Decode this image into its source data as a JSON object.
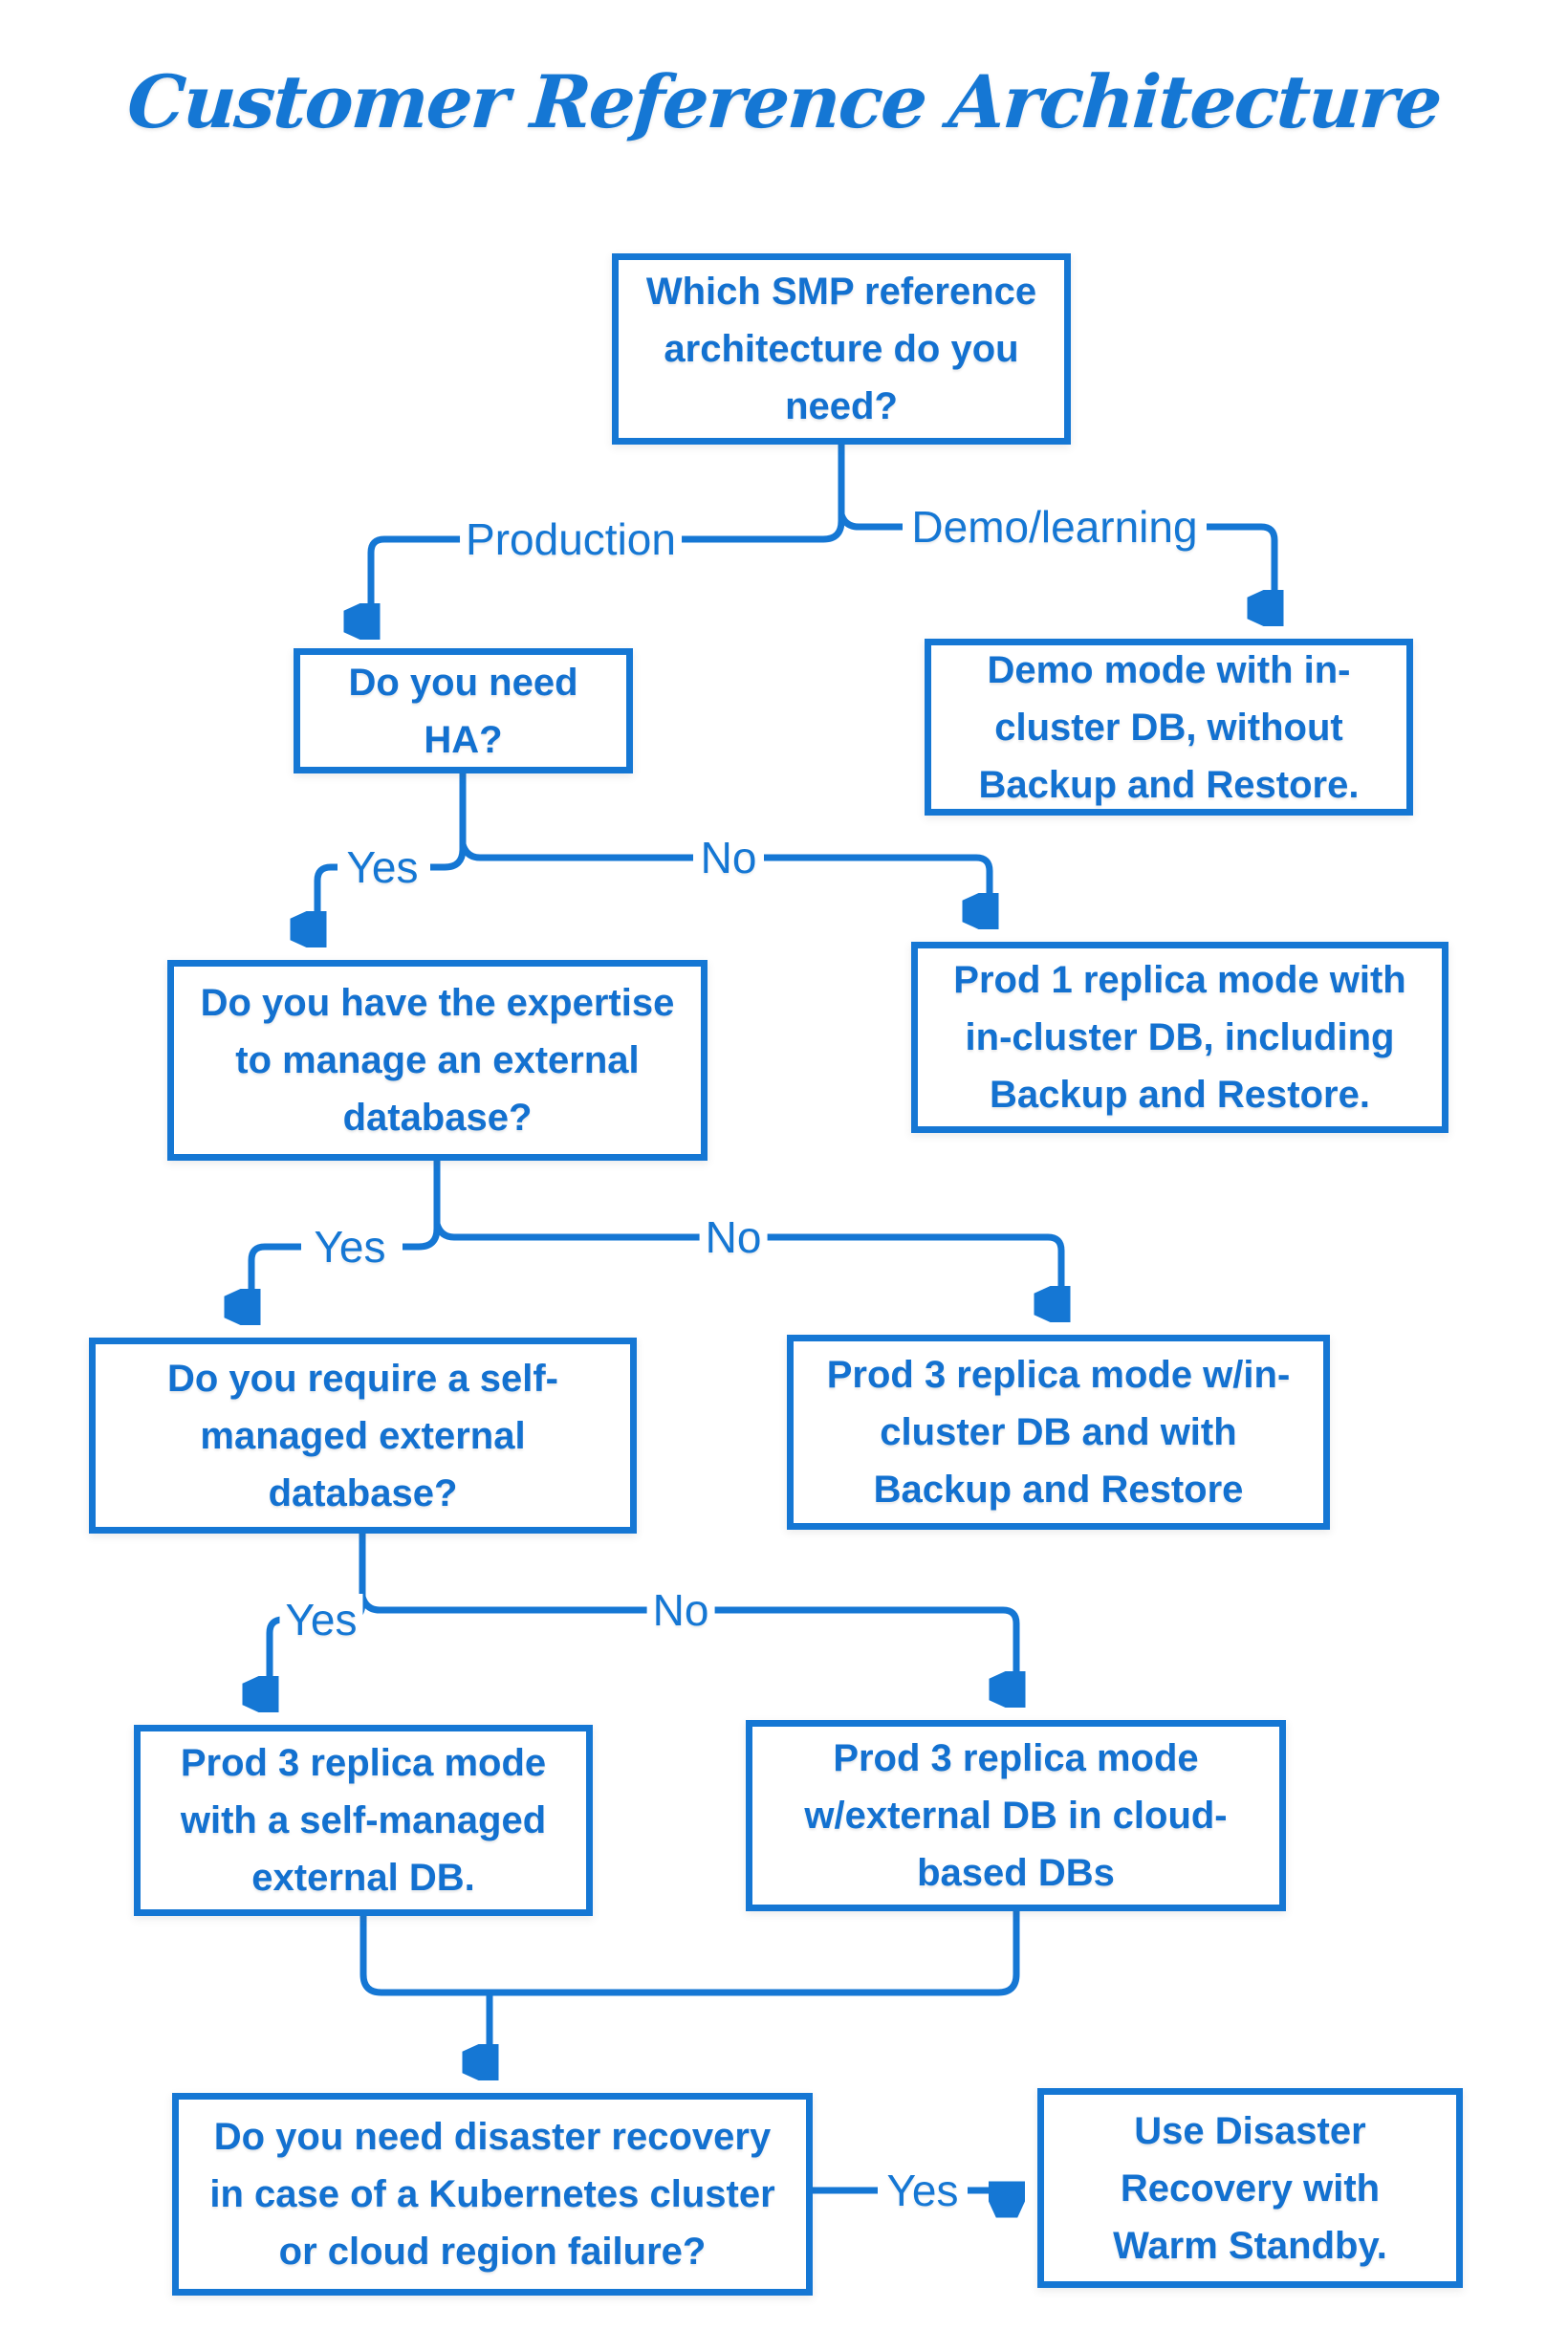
{
  "title": "Customer Reference Architecture",
  "colors": {
    "accent": "#1577d4",
    "node_text": "#1371d0",
    "background": "#ffffff"
  },
  "nodes": {
    "root": {
      "text": "Which SMP reference\narchitecture do you\nneed?"
    },
    "need_ha": {
      "text": "Do you need HA?"
    },
    "demo_mode": {
      "text": "Demo mode with in-\ncluster DB, without\nBackup and Restore."
    },
    "expertise": {
      "text": "Do you have the expertise\nto manage an external\ndatabase?"
    },
    "prod1_incluster": {
      "text": "Prod 1 replica mode with\nin-cluster DB, including\nBackup and Restore."
    },
    "self_managed_q": {
      "text": "Do you require a self-\nmanaged external\ndatabase?"
    },
    "prod3_incluster": {
      "text": "Prod 3 replica mode w/in-\ncluster DB and with\nBackup and Restore"
    },
    "prod3_selfdb": {
      "text": "Prod 3 replica mode\nwith a self-managed\nexternal DB."
    },
    "prod3_clouddb": {
      "text": "Prod 3 replica mode\nw/external DB in cloud-\nbased DBs"
    },
    "disaster_q": {
      "text": "Do you need disaster recovery\nin case of a Kubernetes cluster\nor cloud region failure?"
    },
    "warm_standby": {
      "text": "Use Disaster\nRecovery with\nWarm Standby."
    }
  },
  "edge_labels": {
    "production": "Production",
    "demo_learning": "Demo/learning",
    "ha_yes": "Yes",
    "ha_no": "No",
    "expertise_yes": "Yes",
    "expertise_no": "No",
    "self_yes": "Yes",
    "self_no": "No",
    "dr_yes": "Yes"
  }
}
